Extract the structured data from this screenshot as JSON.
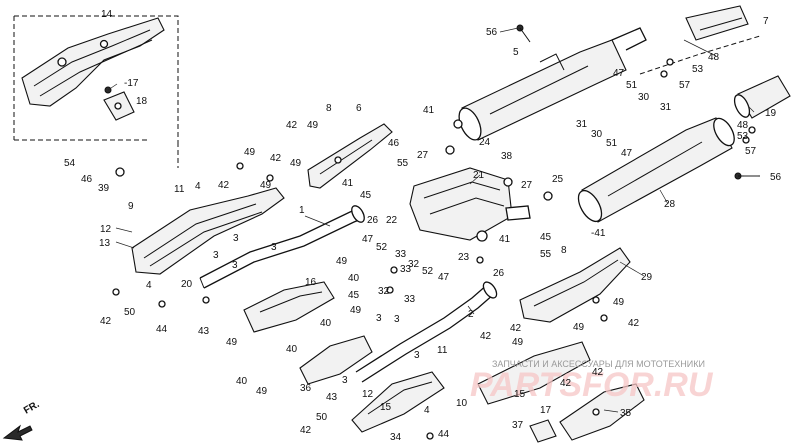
{
  "labels": {
    "l14": "14",
    "l17": "-17",
    "l18": "18",
    "l56a": "56",
    "l5": "5",
    "l7": "7",
    "l48a": "48",
    "l53a": "53",
    "l57a": "57",
    "l47a": "47",
    "l51a": "51",
    "l30a": "30",
    "l31a": "31",
    "l19": "19",
    "l48b": "48",
    "l53b": "53",
    "l57b": "57",
    "l56b": "56",
    "l31b": "31",
    "l30b": "30",
    "l51b": "51",
    "l47b": "47",
    "l28": "28",
    "l25": "25",
    "l41a": "-41",
    "l29": "29",
    "l8a": "8",
    "l6": "6",
    "l42a": "42",
    "l49a": "49",
    "l46a": "46",
    "l49b": "49",
    "l42b": "42",
    "l49c": "49",
    "l41b": "41",
    "l24": "24",
    "l27a": "27",
    "l38": "38",
    "l55a": "55",
    "l41c": "41",
    "l45a": "45",
    "l26a": "26",
    "l22": "22",
    "l21": "21",
    "l27b": "27",
    "l54": "54",
    "l46b": "46",
    "l39": "39",
    "l42c": "42",
    "l49d": "49",
    "l11a": "11",
    "l4a": "4",
    "l9": "9",
    "l12a": "12",
    "l13": "13",
    "l1": "1",
    "l3a": "3",
    "l3b": "3",
    "l3c": "3",
    "l3d": "3",
    "l47c": "47",
    "l52a": "52",
    "l33a": "33",
    "l33b": "33",
    "l32a": "32",
    "l52b": "52",
    "l47d": "47",
    "l23": "23",
    "l41d": "41",
    "l26b": "26",
    "l45b": "45",
    "l55b": "55",
    "l8b": "8",
    "l20": "20",
    "l4b": "4",
    "l16": "16",
    "l49e": "49",
    "l40a": "40",
    "l45c": "45",
    "l32b": "32",
    "l33c": "33",
    "l42d": "42",
    "l50a": "50",
    "l44a": "44",
    "l43a": "43",
    "l49f": "49",
    "l40b": "40",
    "l40c": "40",
    "l49g": "49",
    "l49h": "49",
    "l40d": "40",
    "l36": "36",
    "l3e": "3",
    "l3f": "3",
    "l3g": "3",
    "l3h": "3",
    "l43b": "43",
    "l12b": "12",
    "l11b": "11",
    "l15a": "15",
    "l4c": "4",
    "l10": "10",
    "l50b": "50",
    "l42e": "42",
    "l34": "34",
    "l44b": "44",
    "l2": "2",
    "l42f": "42",
    "l42g": "42",
    "l49i": "49",
    "l42h": "42",
    "l49j": "49",
    "l49k": "49",
    "l42i": "42",
    "l15b": "15",
    "l17b": "17",
    "l37": "37",
    "l35": "35",
    "l42j": "42"
  },
  "watermark": {
    "caption": "ЗАПЧАСТИ И АКСЕССУАРЫ ДЛЯ МОТОТЕХНИКИ",
    "logo": "PARTSFOR.RU"
  },
  "direction_marker": "FR."
}
